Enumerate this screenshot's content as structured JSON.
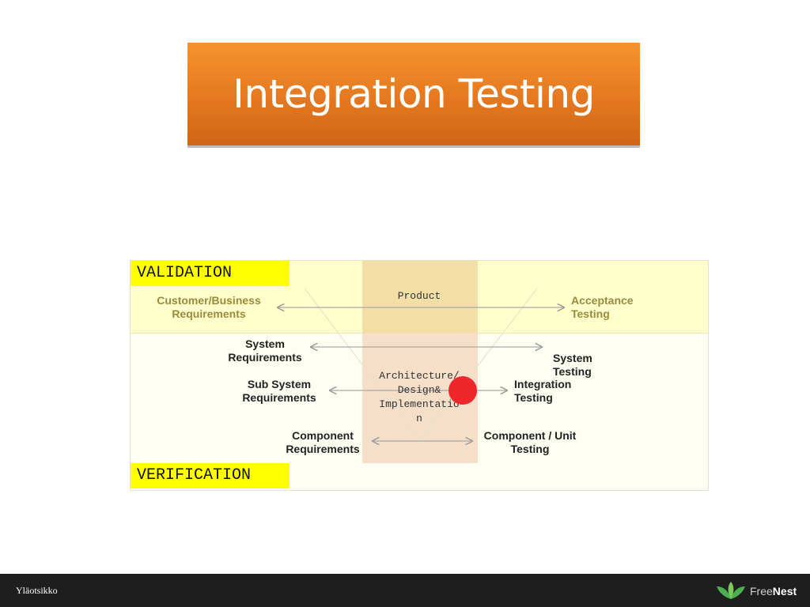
{
  "slide": {
    "title": "Integration Testing"
  },
  "diagram": {
    "validation_tag": "VALIDATION",
    "verification_tag": "VERIFICATION",
    "center_top": "Product",
    "center_mid": [
      "Architecture/",
      "Design&",
      "Implementatio",
      "n"
    ],
    "left": {
      "customer_business": [
        "Customer/Business",
        "Requirements"
      ],
      "system": [
        "System",
        "Requirements"
      ],
      "sub_system": [
        "Sub System",
        "Requirements"
      ],
      "component": [
        "Component",
        "Requirements"
      ]
    },
    "right": {
      "acceptance": [
        "Acceptance",
        "Testing"
      ],
      "system": [
        "System",
        "Testing"
      ],
      "integration": [
        "Integration",
        "Testing"
      ],
      "component_unit": [
        "Component / Unit",
        "Testing"
      ]
    },
    "colors": {
      "validation_band": "#ffffcc",
      "tag": "#ffff00",
      "center_column": "#f6dfc9",
      "pointer": "#f0262d",
      "olive_text": "#9a8a3c"
    }
  },
  "footer": {
    "header_text": "Yläotsikko",
    "logo_free": "Free",
    "logo_nest": "Nest",
    "logo_icon": "leaf-logo-icon"
  }
}
